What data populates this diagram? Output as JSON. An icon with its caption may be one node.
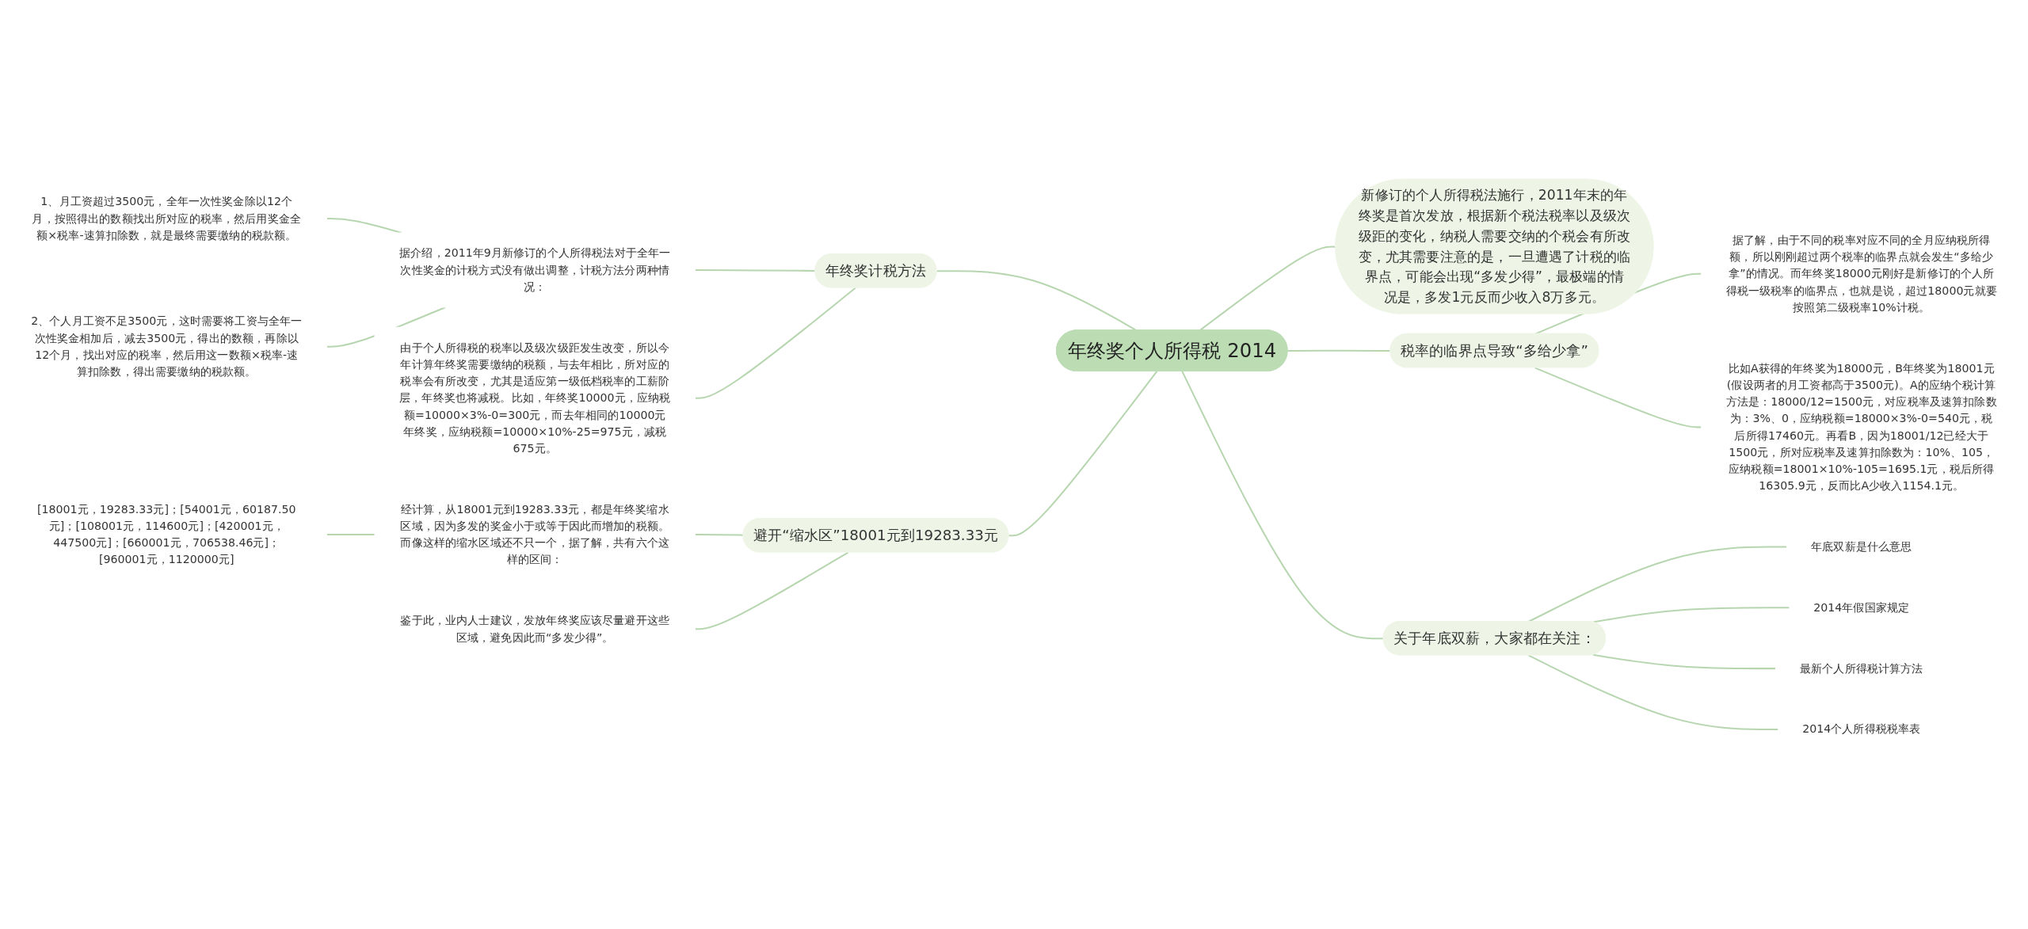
{
  "diagram": {
    "nodes": [
      {
        "text": [
          "年终奖个人所得税 2014"
        ]
      },
      {
        "text": [
          "年终奖计税方法"
        ]
      },
      {
        "text": [
          "据介绍，2011年9月新修订的个人所得税法对于全年一次性奖金的计税方式没有做出调整，计税方法分两种情况："
        ]
      },
      {
        "text": [
          "1、月工资超过3500元，全年一次性奖金除以12个月，按照得出的数额找出所对应的税率，然后用奖金全额×税率-速算扣除数，就是最终需要缴纳的税款额。"
        ]
      },
      {
        "text": [
          "2、个人月工资不足3500元，这时需要将工资与全年一次性奖金相加后，减去3500元，得出的数额，再除以12个月，找出对应的税率，然后用这一数额×税率-速算扣除数，得出需要缴纳的税款额。"
        ]
      },
      {
        "text": [
          "由于个人所得税的税率以及级次级距发生改变，所以今年计算年终奖需要缴纳的税额，与去年相比，所对应的税率会有所改变，尤其是适应第一级低档税率的工薪阶层，年终奖也将减税。比如，年终奖10000元，应纳税额=10000×3%-0=300元，而去年相同的10000元年终奖，应纳税额=10000×10%-25=975元，减税675元。"
        ]
      },
      {
        "text": [
          "避开“缩水区”18001元到19283.33元"
        ]
      },
      {
        "text": [
          "经计算，从18001元到19283.33元，都是年终奖缩水区域，因为多发的奖金小于或等于因此而增加的税额。而像这样的缩水区域还不只一个，据了解，共有六个这样的区间："
        ]
      },
      {
        "text": [
          "[18001元，19283.33元]；[54001元，60187.50元]；[108001元，114600元]；[420001元，447500元]；[660001元，706538.46元]；[960001元，1120000元]"
        ]
      },
      {
        "text": [
          "鉴于此，业内人士建议，发放年终奖应该尽量避开这些区域，避免因此而“多发少得”。"
        ]
      },
      {
        "text": [
          "新修订的个人所得税法施行，2011年末的年终奖是首次发放，根据新个税法税率以及级次级距的变化，纳税人需要交纳的个税会有所改变，尤其需要注意的是，一旦遭遇了计税的临界点，可能会出现“多发少得”，最极端的情况是，多发1元反而少收入8万多元。"
        ]
      },
      {
        "text": [
          "税率的临界点导致“多给少拿”"
        ]
      },
      {
        "text": [
          "据了解，由于不同的税率对应不同的全月应纳税所得额，所以刚刚超过两个税率的临界点就会发生“多给少拿”的情况。而年终奖18000元刚好是新修订的个人所得税一级税率的临界点，也就是说，超过18000元就要按照第二级税率10%计税。"
        ]
      },
      {
        "text": [
          "比如A获得的年终奖为18000元，B年终奖为18001元(假设两者的月工资都高于3500元)。A的应纳个税计算方法是：18000/12=1500元，对应税率及速算扣除数为：3%、0，应纳税额=18000×3%-0=540元，税后所得17460元。再看B，因为18001/12已经大于1500元，所对应税率及速算扣除数为：10%、105，应纳税额=18001×10%-105=1695.1元，税后所得16305.9元，反而比A少收入1154.1元。"
        ]
      },
      {
        "text": [
          "关于年底双薪，大家都在关注："
        ]
      },
      {
        "text": [
          "年底双薪是什么意思"
        ]
      },
      {
        "text": [
          "2014年假国家规定"
        ]
      },
      {
        "text": [
          "最新个人所得税计算方法"
        ]
      },
      {
        "text": [
          "2014个人所得税税率表"
        ]
      }
    ],
    "edges": [
      {
        "from": 0,
        "to": 1,
        "arrow": "none"
      },
      {
        "from": 1,
        "to": 2,
        "arrow": "none"
      },
      {
        "from": 2,
        "to": 3,
        "arrow": "none"
      },
      {
        "from": 2,
        "to": 4,
        "arrow": "none"
      },
      {
        "from": 1,
        "to": 5,
        "arrow": "none"
      },
      {
        "from": 0,
        "to": 6,
        "arrow": "none"
      },
      {
        "from": 6,
        "to": 7,
        "arrow": "none"
      },
      {
        "from": 7,
        "to": 8,
        "arrow": "none"
      },
      {
        "from": 6,
        "to": 9,
        "arrow": "none"
      },
      {
        "from": 0,
        "to": 10,
        "arrow": "none"
      },
      {
        "from": 0,
        "to": 11,
        "arrow": "none"
      },
      {
        "from": 11,
        "to": 12,
        "arrow": "none"
      },
      {
        "from": 11,
        "to": 13,
        "arrow": "none"
      },
      {
        "from": 0,
        "to": 14,
        "arrow": "none"
      },
      {
        "from": 14,
        "to": 15,
        "arrow": "none"
      },
      {
        "from": 14,
        "to": 16,
        "arrow": "none"
      },
      {
        "from": 14,
        "to": 17,
        "arrow": "none"
      },
      {
        "from": 14,
        "to": 18,
        "arrow": "none"
      }
    ]
  }
}
